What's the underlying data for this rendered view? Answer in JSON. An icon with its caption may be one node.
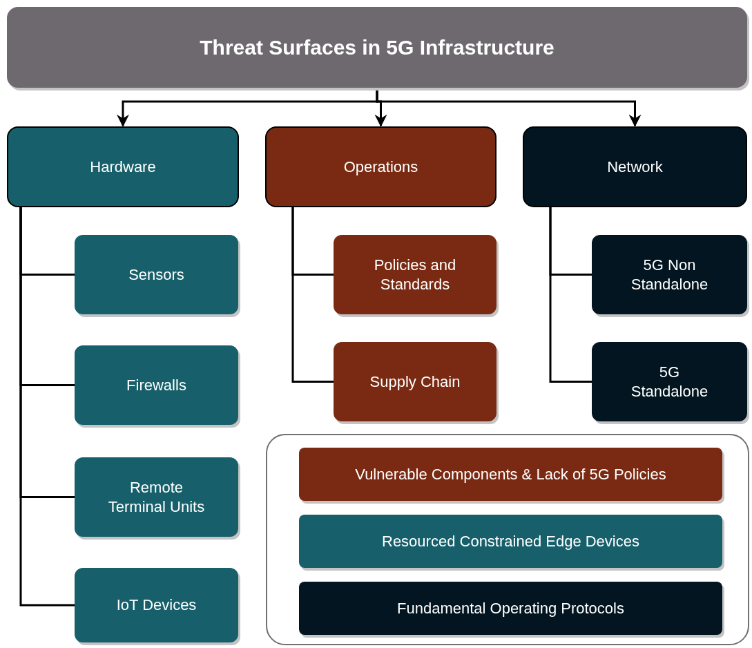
{
  "diagram": {
    "nodes": [
      {
        "text": [
          "Threat Surfaces in 5G Infrastructure"
        ]
      },
      {
        "text": [
          "Hardware"
        ]
      },
      {
        "text": [
          "Operations"
        ]
      },
      {
        "text": [
          "Network"
        ]
      },
      {
        "text": [
          "Sensors"
        ]
      },
      {
        "text": [
          "Firewalls"
        ]
      },
      {
        "text": [
          "Remote Terminal Units"
        ]
      },
      {
        "text": [
          "IoT Devices"
        ]
      },
      {
        "text": [
          "Policies and Standards"
        ]
      },
      {
        "text": [
          "Supply Chain"
        ]
      },
      {
        "text": [
          "5G Non Standalone"
        ]
      },
      {
        "text": [
          "5G Standalone"
        ]
      },
      {
        "text": [],
        "shape": "box"
      },
      {
        "text": [
          "Vulnerable Components & Lack of 5G Policies"
        ],
        "in": 12
      },
      {
        "text": [
          "Resourced Constrained Edge Devices"
        ],
        "in": 12
      },
      {
        "text": [
          "Fundamental Operating Protocols"
        ],
        "in": 12
      }
    ],
    "edges": [
      {
        "from": 0,
        "to": 1,
        "arrow": "to"
      },
      {
        "from": 0,
        "to": 2,
        "arrow": "to"
      },
      {
        "from": 0,
        "to": 3,
        "arrow": "to"
      },
      {
        "from": 1,
        "to": 4,
        "arrow": "none"
      },
      {
        "from": 1,
        "to": 5,
        "arrow": "none"
      },
      {
        "from": 1,
        "to": 6,
        "arrow": "none"
      },
      {
        "from": 1,
        "to": 7,
        "arrow": "none"
      },
      {
        "from": 2,
        "to": 8,
        "arrow": "none"
      },
      {
        "from": 2,
        "to": 9,
        "arrow": "none"
      },
      {
        "from": 3,
        "to": 10,
        "arrow": "none"
      },
      {
        "from": 3,
        "to": 11,
        "arrow": "none"
      }
    ]
  }
}
